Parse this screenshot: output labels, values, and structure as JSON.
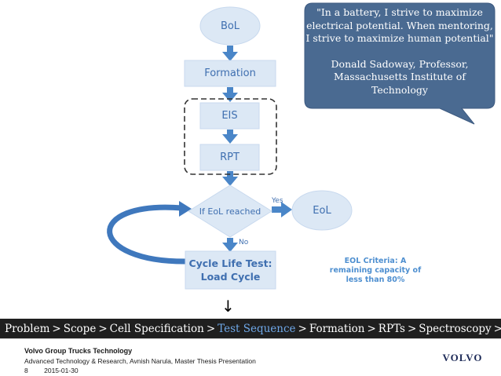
{
  "diagram": {
    "nodes": {
      "bol": "BoL",
      "formation": "Formation",
      "eis": "EIS",
      "rpt": "RPT",
      "decision": "If EoL reached",
      "eol": "EoL",
      "cycle_line1": "Cycle Life Test:",
      "cycle_line2": "Load Cycle"
    },
    "edge_labels": {
      "yes": "Yes",
      "no": "No"
    },
    "criteria": [
      "EOL Criteria: A",
      "remaining capacity of",
      "less than 80%"
    ],
    "colors": {
      "node_fill": "#dce8f5",
      "node_text": "#3f6fb0",
      "arrow": "#4a86c8",
      "callout_fill": "#4a6a91",
      "breadcrumb_bg": "#1f1f1f"
    }
  },
  "quote": {
    "lines": [
      "\"In a battery, I strive to maximize",
      "electrical potential. When mentoring,",
      "I strive to maximize human potential\""
    ],
    "author_lines": [
      "Donald Sadoway, Professor,",
      "Massachusetts Institute of",
      "Technology"
    ]
  },
  "pointer": "↓",
  "breadcrumb": {
    "items": [
      "Problem",
      "Scope",
      "Cell Specification",
      "Test Sequence",
      "Formation",
      "RPTs",
      "Spectroscopy",
      "..."
    ],
    "current_index": 3
  },
  "footer": {
    "organization": "Volvo Group Trucks Technology",
    "description": "Advanced Technology & Research, Avnish Narula, Master Thesis Presentation",
    "page_number": "8",
    "date": "2015-01-30",
    "logo_text": "VOLVO"
  }
}
